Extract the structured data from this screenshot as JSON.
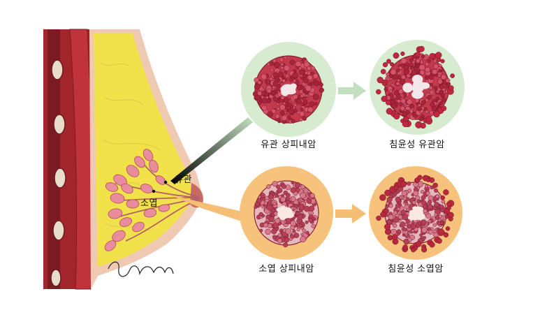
{
  "labels": {
    "duct": "유관",
    "lobule": "소엽",
    "dcis": "유관 상피내암",
    "idc": "침윤성 유관암",
    "lcis": "소엽 상피내암",
    "ilc": "침윤성 소엽암"
  },
  "colors": {
    "duct_circle": "#d6ebcf",
    "lobule_circle": "#f6c27c",
    "arrow_green": "#c2dfc0",
    "arrow_orange": "#f4bf74",
    "fat": "#f1e14a",
    "skin": "#f0c9b2",
    "muscle": "#a3252c",
    "tissue": "#b22236"
  }
}
